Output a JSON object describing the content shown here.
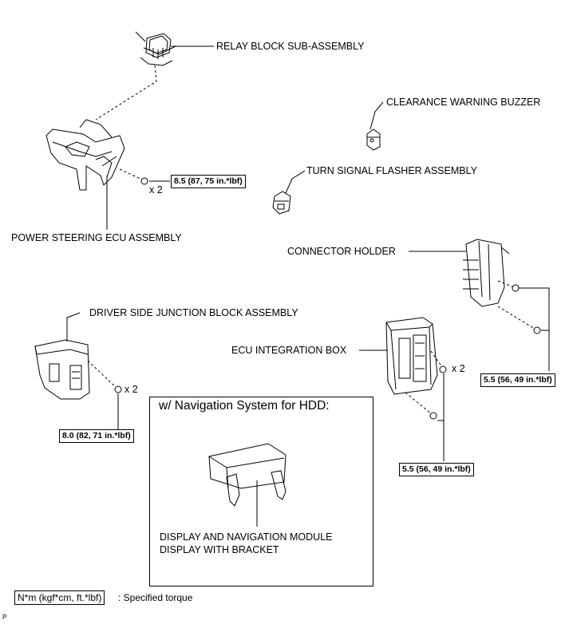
{
  "labels": {
    "relay_block": "RELAY BLOCK SUB-ASSEMBLY",
    "clearance_buzzer": "CLEARANCE WARNING BUZZER",
    "turn_signal": "TURN SIGNAL FLASHER ASSEMBLY",
    "power_steering_ecu": "POWER STEERING ECU ASSEMBLY",
    "connector_holder": "CONNECTOR HOLDER",
    "driver_jb": "DRIVER SIDE JUNCTION BLOCK ASSEMBLY",
    "ecu_integration_box": "ECU INTEGRATION BOX",
    "display_nav_line1": "DISPLAY AND NAVIGATION MODULE",
    "display_nav_line2": "DISPLAY WITH BRACKET"
  },
  "torques": {
    "power_steering": "8.5 (87, 75 in.*lbf)",
    "junction_block": "8.0 (82, 71 in.*lbf)",
    "connector_holder": "5.5 (56, 49 in.*lbf)",
    "ecu_box": "5.5 (56, 49 in.*lbf)"
  },
  "multipliers": {
    "power_steering": "x 2",
    "junction_block": "x 2",
    "ecu_box": "x 2"
  },
  "nav_box_title": "w/ Navigation System for HDD:",
  "legend": {
    "key": "N*m (kgf*cm, ft.*lbf)",
    "text": ": Specified torque"
  },
  "figure_code": "P"
}
